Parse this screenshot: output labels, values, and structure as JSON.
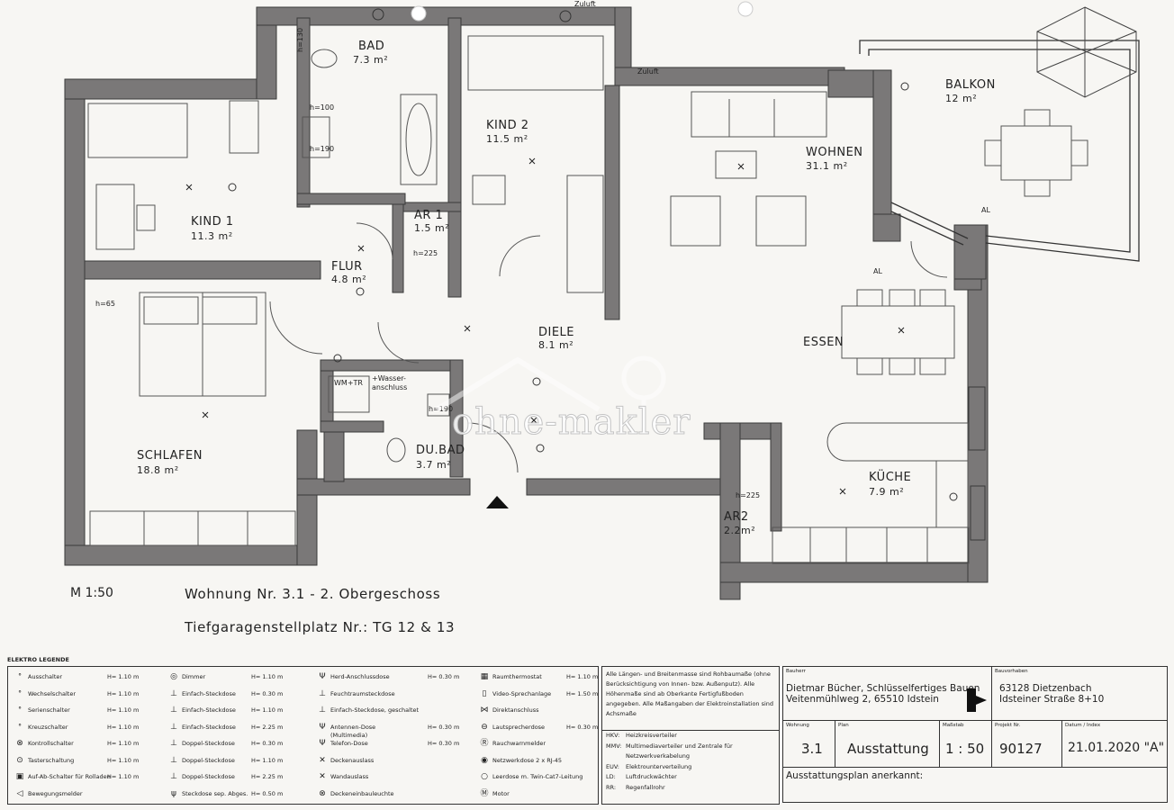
{
  "plan": {
    "rooms": [
      {
        "name": "BAD",
        "area": "7.3 m²"
      },
      {
        "name": "KIND 2",
        "area": "11.5 m²"
      },
      {
        "name": "KIND 1",
        "area": "11.3 m²"
      },
      {
        "name": "AR 1",
        "area": "1.5 m²"
      },
      {
        "name": "FLUR",
        "area": "4.8 m²"
      },
      {
        "name": "DIELE",
        "area": "8.1 m²"
      },
      {
        "name": "WOHNEN",
        "area": "31.1 m²"
      },
      {
        "name": "BALKON",
        "area": "12 m²"
      },
      {
        "name": "ESSEN",
        "area": ""
      },
      {
        "name": "SCHLAFEN",
        "area": "18.8 m²"
      },
      {
        "name": "DU.BAD",
        "area": "3.7 m²"
      },
      {
        "name": "KÜCHE",
        "area": "7.9 m²"
      },
      {
        "name": "AR2",
        "area": "2.2m²"
      }
    ],
    "labels": {
      "wm_tr": "WM+TR",
      "wasser": "+Wasser-",
      "anschluss": "anschluss",
      "h225": "h=225",
      "h130": "h=130",
      "h100": "h=100",
      "h190": "h=190",
      "h190b": "h=190",
      "h225b": "h=225",
      "h65": "h=65",
      "al": "AL",
      "al2": "AL",
      "zuluft": "Zuluft",
      "zuluft2": "Zuluft"
    }
  },
  "info": {
    "scale": "M   1:50",
    "title": "Wohnung Nr. 3.1 - 2. Obergeschoss",
    "parking": "Tiefgaragenstellplatz Nr.: TG 12 & 13"
  },
  "legend": {
    "title": "ELEKTRO LEGENDE",
    "col1": [
      {
        "sym": "ᐤ",
        "label": "Ausschalter",
        "h": "H= 1.10 m"
      },
      {
        "sym": "ᐤ",
        "label": "Wechselschalter",
        "h": "H= 1.10 m"
      },
      {
        "sym": "ᐤ",
        "label": "Serienschalter",
        "h": "H= 1.10 m"
      },
      {
        "sym": "ᐤ",
        "label": "Kreuzschalter",
        "h": "H= 1.10 m"
      },
      {
        "sym": "⊗",
        "label": "Kontrollschalter",
        "h": "H= 1.10 m"
      },
      {
        "sym": "⊙",
        "label": "Tasterschaltung",
        "h": "H= 1.10 m"
      },
      {
        "sym": "▣",
        "label": "Auf-Ab-Schalter für Rolladen",
        "h": "H= 1.10 m"
      },
      {
        "sym": "◁",
        "label": "Bewegungsmelder",
        "h": ""
      }
    ],
    "col2": [
      {
        "sym": "◎",
        "label": "Dimmer",
        "h": "H= 1.10 m"
      },
      {
        "sym": "⊥",
        "label": "Einfach-Steckdose",
        "h": "H= 0.30 m"
      },
      {
        "sym": "⊥",
        "label": "Einfach-Steckdose",
        "h": "H= 1.10 m"
      },
      {
        "sym": "⊥",
        "label": "Einfach-Steckdose",
        "h": "H= 2.25 m"
      },
      {
        "sym": "⊥",
        "label": "Doppel-Steckdose",
        "h": "H= 0.30 m"
      },
      {
        "sym": "⊥",
        "label": "Doppel-Steckdose",
        "h": "H= 1.10 m"
      },
      {
        "sym": "⊥",
        "label": "Doppel-Steckdose",
        "h": "H= 2.25 m"
      },
      {
        "sym": "ψ",
        "label": "Steckdose sep. Abges.",
        "h": "H= 0.50 m"
      }
    ],
    "col3": [
      {
        "sym": "Ψ",
        "label": "Herd-Anschlussdose",
        "h": "H= 0.30 m"
      },
      {
        "sym": "⊥",
        "label": "Feuchtraumsteckdose",
        "h": ""
      },
      {
        "sym": "⊥",
        "label": "Einfach-Steckdose, geschaltet",
        "h": ""
      },
      {
        "sym": "Ψ",
        "label": "Antennen-Dose",
        "h": "H= 0.30 m"
      },
      {
        "sym": "Ψ",
        "label": "Telefon-Dose",
        "h": "H= 0.30 m"
      },
      {
        "sym": "✕",
        "label": "Deckenauslass",
        "h": ""
      },
      {
        "sym": "✕",
        "label": "Wandauslass",
        "h": ""
      },
      {
        "sym": "⊗",
        "label": "Deckeneinbauleuchte",
        "h": ""
      }
    ],
    "col3_sub": "(Multimedia)",
    "col4": [
      {
        "sym": "▦",
        "label": "Raumthermostat",
        "h": "H= 1.10 m"
      },
      {
        "sym": "▯",
        "label": "Video-Sprechanlage",
        "h": "H= 1.50 m"
      },
      {
        "sym": "⋈",
        "label": "Direktanschluss",
        "h": ""
      },
      {
        "sym": "⊖",
        "label": "Lautsprecherdose",
        "h": "H= 0.30 m"
      },
      {
        "sym": "Ⓡ",
        "label": "Rauchwarnmelder",
        "h": ""
      },
      {
        "sym": "◉",
        "label": "Netzwerkdose 2 x RJ-45",
        "h": ""
      },
      {
        "sym": "○",
        "label": "Leerdose m. Twin-Cat7-Leitung",
        "h": ""
      },
      {
        "sym": "Ⓜ",
        "label": "Motor",
        "h": ""
      }
    ]
  },
  "notes": {
    "text": "Alle Längen- und Breitenmasse sind Rohbaumaße (ohne Berücksichtigung von Innen- bzw. Außenputz). Alle Höhenmaße sind ab Oberkante Fertigfußboden angegeben. Alle Maßangaben der Elektroinstallation sind Achsmaße",
    "abbr": [
      {
        "k": "HKV:",
        "v": "Heizkreisverteiler"
      },
      {
        "k": "MMV:",
        "v": "Multimediaverteiler und Zentrale für"
      },
      {
        "k": "",
        "v": "Netzwerkverkabelung"
      },
      {
        "k": "EUV:",
        "v": "Elektrounterverteilung"
      },
      {
        "k": "LD:",
        "v": "Luftdruckwächter"
      },
      {
        "k": "RR:",
        "v": "Regenfallrohr"
      }
    ]
  },
  "titleblock": {
    "bauherr_label": "Bauherr",
    "bauherr": "Dietmar Bücher, Schlüsselfertiges Bauen",
    "bauherr_addr": "Veitenmühlweg 2, 65510 Idstein",
    "vorhaben_label": "Bauvorhaben",
    "vorhaben": "63128 Dietzenbach",
    "vorhaben_addr": "Idsteiner Straße 8+10",
    "wohnung_label": "Wohnung",
    "wohnung": "3.1",
    "plan_label": "Plan",
    "plan": "Ausstattung",
    "massstab_label": "Maßstab",
    "massstab": "1 : 50",
    "projekt_label": "Projekt Nr.",
    "projekt": "90127",
    "datum_label": "Datum / Index",
    "datum": "21.01.2020 \"A\"",
    "accept": "Ausstattungsplan anerkannt:"
  },
  "watermark": "ohne-makler",
  "colors": {
    "wall": "#7a7878",
    "wallEdge": "#3a3a3a",
    "paper": "#f7f6f3"
  }
}
